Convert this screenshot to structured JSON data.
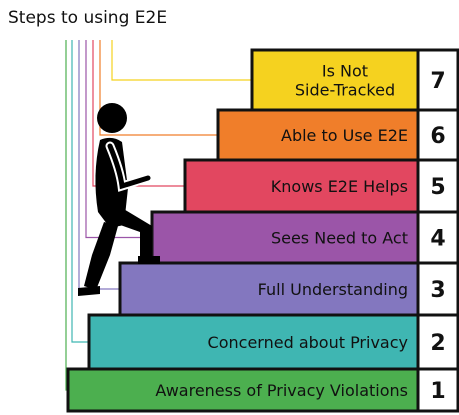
{
  "title": "Steps to using E2E",
  "steps": [
    {
      "number": "1",
      "label": "Awareness of Privacy Violations",
      "color": "#4caf4f",
      "connector": "#4caf4f"
    },
    {
      "number": "2",
      "label": "Concerned about Privacy",
      "color": "#3fb6b2",
      "connector": "#3fb6b2"
    },
    {
      "number": "3",
      "label": "Full Understanding",
      "color": "#8377bf",
      "connector": "#8377bf"
    },
    {
      "number": "4",
      "label": "Sees Need to Act",
      "color": "#9b55a8",
      "connector": "#9b55a8"
    },
    {
      "number": "5",
      "label": "Knows E2E Helps",
      "color": "#e24760",
      "connector": "#e24760"
    },
    {
      "number": "6",
      "label": "Able to Use E2E",
      "color": "#f07e2a",
      "connector": "#f07e2a"
    },
    {
      "number": "7",
      "label": "Is Not\nSide-Tracked",
      "color": "#f5d21f",
      "connector": "#f5d21f"
    }
  ],
  "figure": {
    "icon": "person-climbing-stairs-icon",
    "body_color": "#000000",
    "arm_highlight": "#ffffff"
  }
}
